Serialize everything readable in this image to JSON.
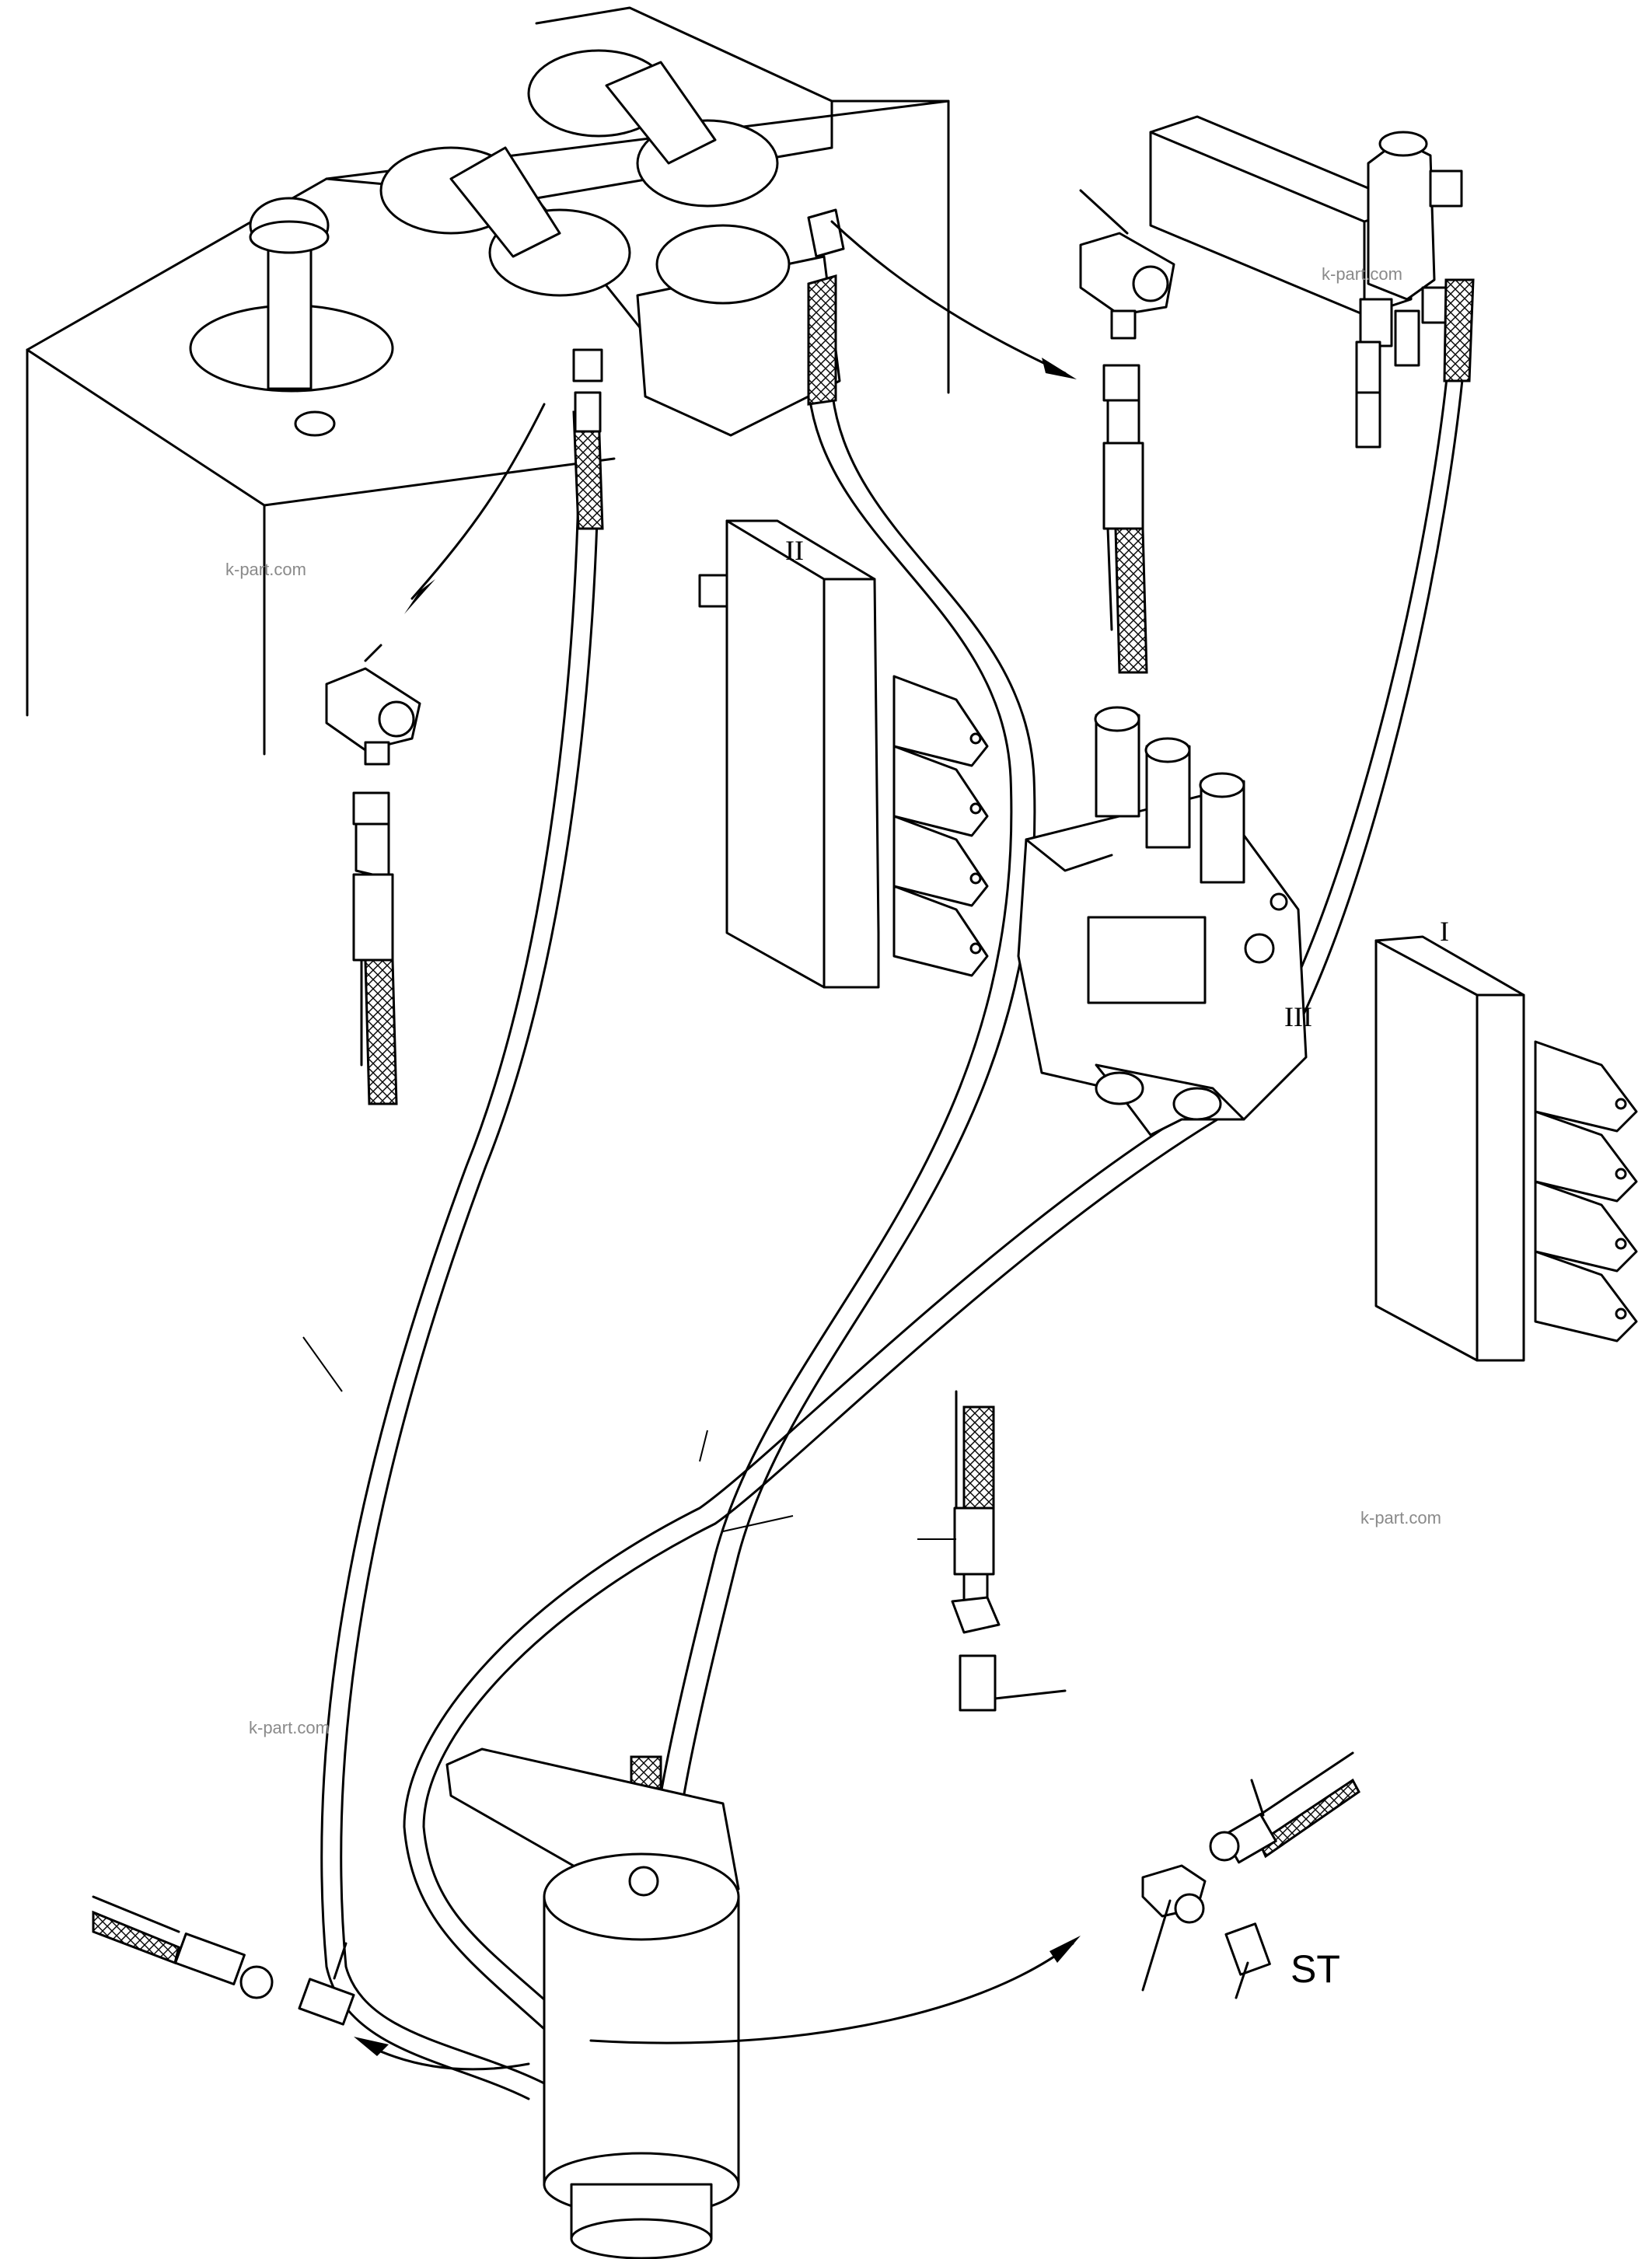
{
  "labels": {
    "st": "ST"
  },
  "watermarks": [
    "k-part.com",
    "k-part.com",
    "k-part.com",
    "k-part.com"
  ],
  "valve_marks": {
    "left_bank": "II",
    "center_bank": "III",
    "right_bank": "I"
  }
}
